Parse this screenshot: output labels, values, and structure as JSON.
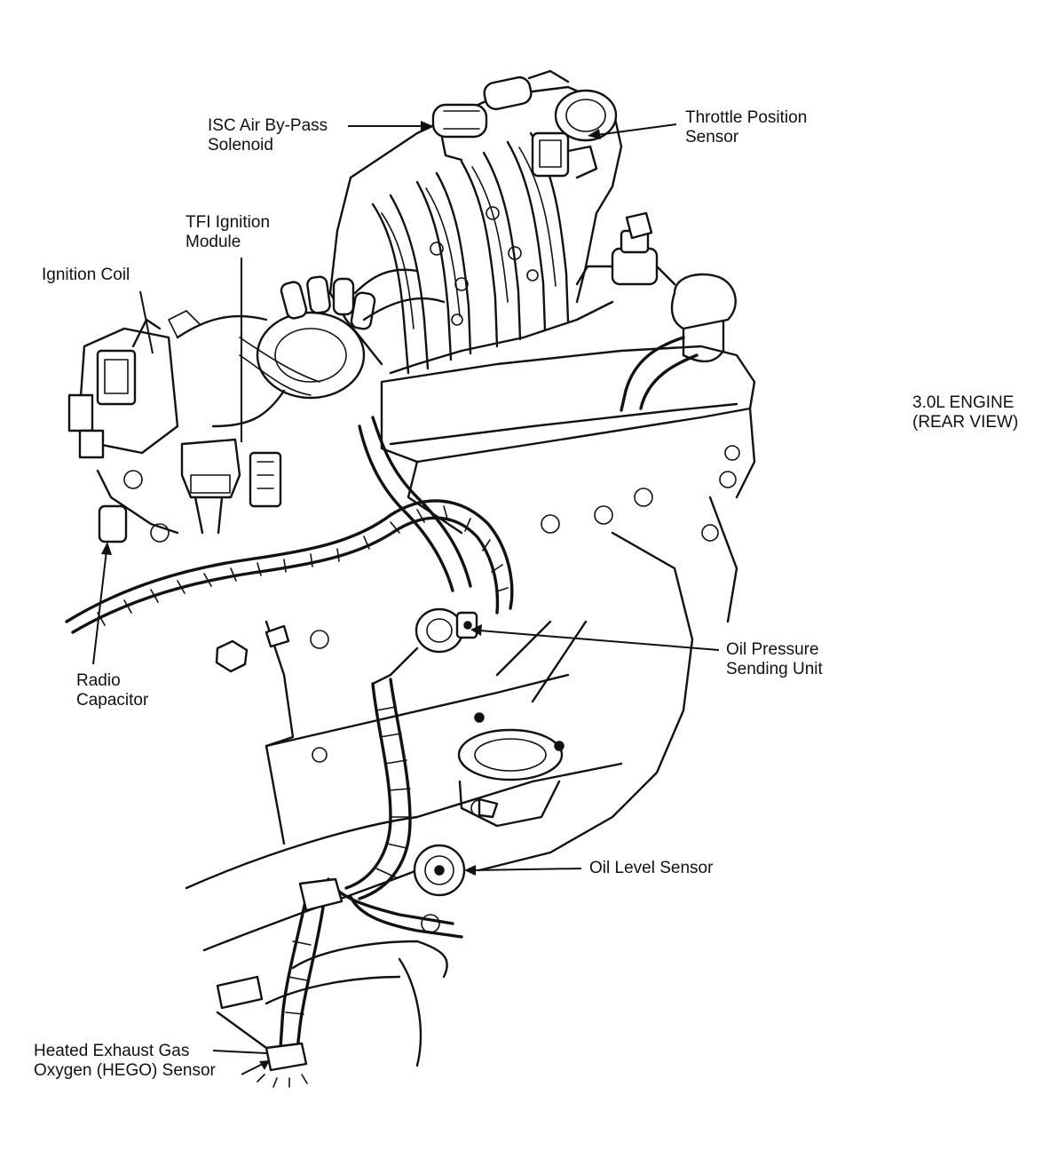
{
  "diagram": {
    "title_lines": [
      "3.0L ENGINE",
      "(REAR VIEW)"
    ],
    "callouts": {
      "isc_solenoid": [
        "ISC Air By-Pass",
        "Solenoid"
      ],
      "throttle_position_sensor": [
        "Throttle Position",
        "Sensor"
      ],
      "tfi_ignition_module": [
        "TFI Ignition",
        "Module"
      ],
      "ignition_coil": [
        "Ignition Coil"
      ],
      "radio_capacitor": [
        "Radio",
        "Capacitor"
      ],
      "oil_pressure_sending_unit": [
        "Oil Pressure",
        "Sending Unit"
      ],
      "oil_level_sensor": [
        "Oil Level Sensor"
      ],
      "hego_sensor": [
        "Heated Exhaust Gas",
        "Oxygen (HEGO) Sensor"
      ]
    }
  },
  "colors": {
    "ink": "#111111",
    "paper": "#ffffff"
  }
}
